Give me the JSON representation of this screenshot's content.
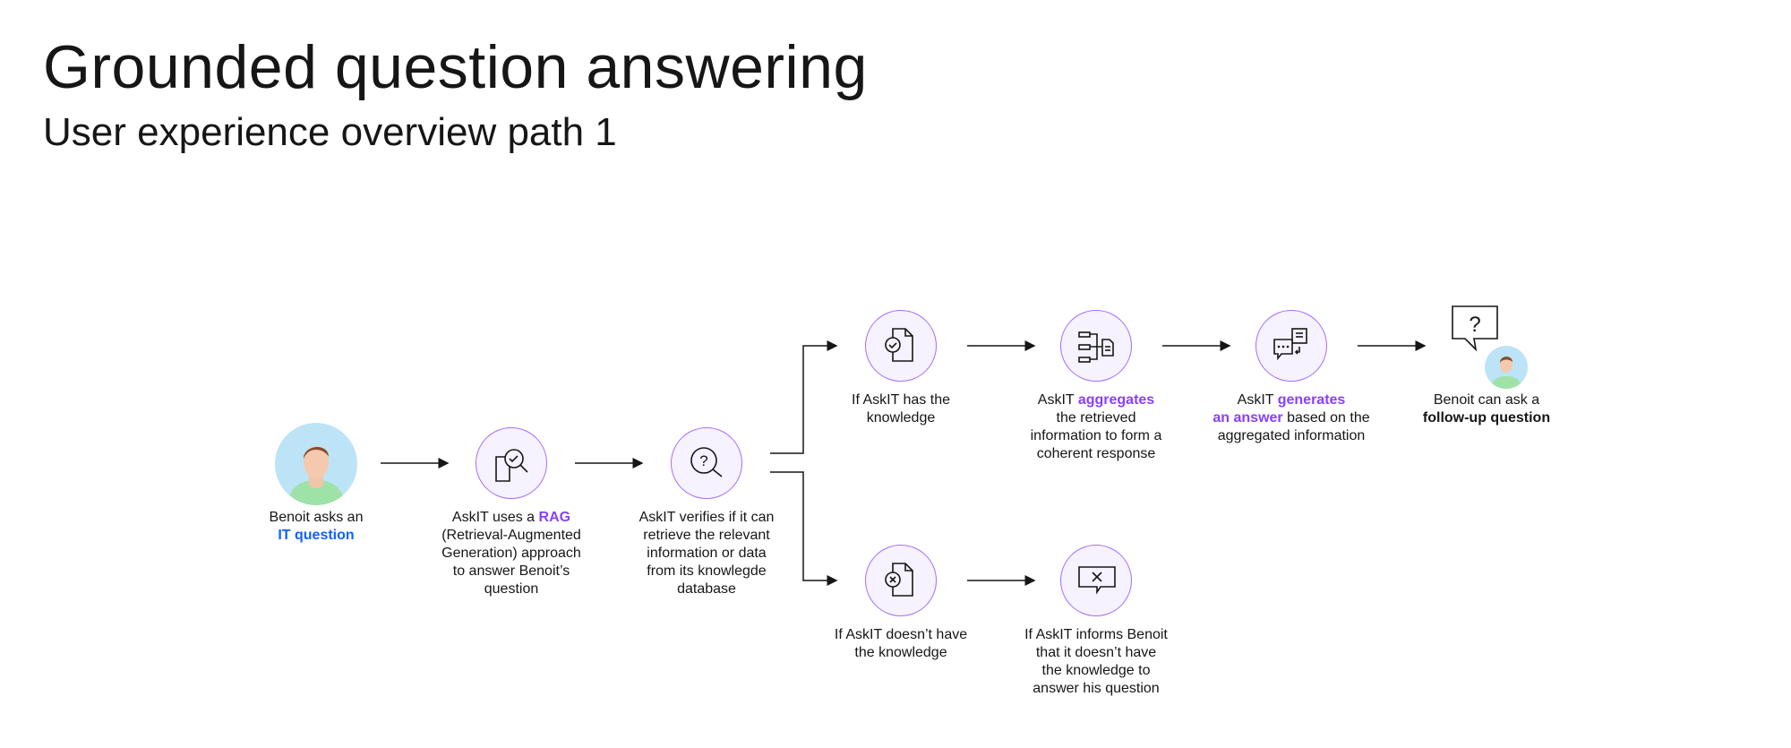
{
  "header": {
    "title": "Grounded question answering",
    "subtitle": "User experience overview path 1"
  },
  "colors": {
    "accent_purple": "#8a3ffc",
    "accent_blue": "#0f62fe",
    "node_border": "#a56eff",
    "node_fill": "#f6f2ff"
  },
  "steps": {
    "ask": {
      "icon": "user-avatar-icon",
      "pre": "Benoit asks an",
      "highlight": "IT question"
    },
    "rag": {
      "icon": "document-search-check-icon",
      "pre": "AskIT uses a ",
      "highlight": "RAG",
      "post": "(Retrieval-Augmented Generation) approach to answer Benoit’s question"
    },
    "verify": {
      "icon": "question-search-icon",
      "text": "AskIT verifies if it can retrieve the relevant information or data from its knowlegde database"
    },
    "has_knowledge": {
      "icon": "document-check-icon",
      "text": "If AskIT has the knowledge"
    },
    "aggregate": {
      "icon": "aggregate-documents-icon",
      "pre": "AskIT ",
      "highlight": "aggregates",
      "post": "the retrieved information to form a coherent response"
    },
    "generate": {
      "icon": "chat-generate-icon",
      "pre": "AskIT ",
      "highlight": "generates",
      "highlight2": "an answer",
      "post": " based on the aggregated information"
    },
    "follow_up": {
      "icon": "user-question-bubble-icon",
      "bubble": "?",
      "pre": "Benoit can ask a",
      "highlight": "follow-up question"
    },
    "no_knowledge": {
      "icon": "document-error-icon",
      "text": "If AskIT doesn’t have the knowledge"
    },
    "inform": {
      "icon": "chat-error-icon",
      "text": "If AskIT informs Benoit that it doesn’t have the knowledge to answer his question"
    }
  }
}
